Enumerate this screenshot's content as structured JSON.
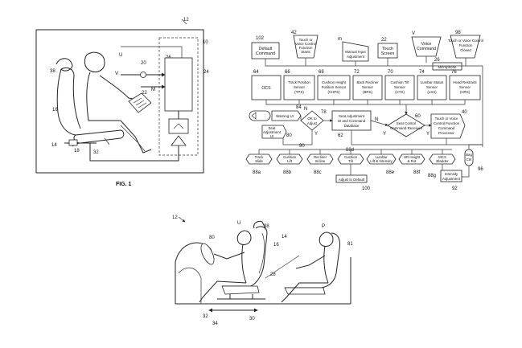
{
  "fig1": {
    "caption": "FIG. 1",
    "refs": {
      "r12": "12",
      "r10": "10",
      "rU": "U",
      "r38": "38",
      "r20": "20",
      "rV": "V",
      "r26": "26",
      "r24": "24",
      "r22": "22",
      "rM": "M",
      "r16": "16",
      "r14": "14",
      "r18": "18",
      "r32": "32"
    }
  },
  "fig2": {
    "refs": {
      "r102": "102",
      "r42": "42",
      "rm": "m",
      "r22": "22",
      "rV": "V",
      "r98": "98",
      "r64": "64",
      "r66": "66",
      "r68": "68",
      "r72": "72",
      "r70": "70",
      "r74": "74",
      "r76": "76",
      "r84": "84",
      "rN": "N",
      "r78": "78",
      "r62": "62",
      "r60": "60",
      "r40": "40",
      "rY1": "Y",
      "rY2": "Y",
      "rN2": "N",
      "rY3": "Y",
      "r80": "80",
      "r90": "90",
      "r88d": "88d",
      "r88a": "88a",
      "r88b": "88b",
      "r88c": "88c",
      "r100": "100",
      "r88e": "88e",
      "r88f": "88f",
      "r88g": "88g",
      "r92": "92",
      "r96": "96",
      "r26": "26"
    },
    "blocks": {
      "default_command": [
        "Default",
        "Command"
      ],
      "touch_voice_starts": [
        "Touch or",
        "Voice Control",
        "Function",
        "Starts"
      ],
      "manual_input": [
        "Manual Input",
        "Adjustment"
      ],
      "touch_screen": [
        "Touch",
        "Screen"
      ],
      "voice_command": [
        "Voice",
        "Command"
      ],
      "touch_voice_closed": [
        "Touch or Voice Control",
        "Function",
        "Closed"
      ],
      "microphone": "Microphone",
      "ocs": "OCS",
      "tps": [
        "Track Position",
        "Sensor",
        "(TPS)"
      ],
      "chps": [
        "Cushion Height",
        "Position Sensor",
        "(CHPS)"
      ],
      "brs": [
        "Back Recliner",
        "Sensor",
        "(BRS)"
      ],
      "cts": [
        "Cushion Tilt",
        "Sensor",
        "(CTS)"
      ],
      "lss": [
        "Lumbar Status",
        "Sensor",
        "(LSS)"
      ],
      "hrs": [
        "Head Restraint",
        "Sensor",
        "(HRS)"
      ],
      "warning_ui": "Warning UI",
      "ok_to_adjust": [
        "OK to",
        "Adjust"
      ],
      "seat_adjust_db": [
        "Seat Adjustment",
        "UI and Command",
        "Database"
      ],
      "seat_control_received": [
        "Seat Control",
        "Command Received"
      ],
      "processor": [
        "Touch or Voice",
        "Control Function",
        "Command",
        "Processor"
      ],
      "seat_adjustment_ui": [
        "Seat",
        "Adjustment",
        "UI"
      ],
      "track_slide": [
        "Track",
        "Slide"
      ],
      "cushion_lift": [
        "Cushion",
        "Lift"
      ],
      "recliner_incline": [
        "Recliner",
        "Incline"
      ],
      "cushion_tilt": [
        "Cushion",
        "Tilt"
      ],
      "lumbar": [
        "Lumbar",
        "Lift & Intensity"
      ],
      "hr_height": [
        "HR Height",
        "& Rot"
      ],
      "mcs_bladder": [
        "MCS",
        "Bladder"
      ],
      "intensity_adjustment": [
        "Intensity",
        "Adjustment"
      ],
      "adjust_to_default": "Adjust to Default",
      "bag": [
        "Bag",
        "Ctrl"
      ]
    }
  },
  "fig3": {
    "refs": {
      "r12": "12",
      "rU": "U",
      "r38": "38",
      "r80": "80",
      "r14": "14",
      "r16": "16",
      "rP": "P",
      "r81": "81",
      "r28": "28",
      "r32": "32",
      "r34": "34",
      "r30": "30"
    }
  }
}
